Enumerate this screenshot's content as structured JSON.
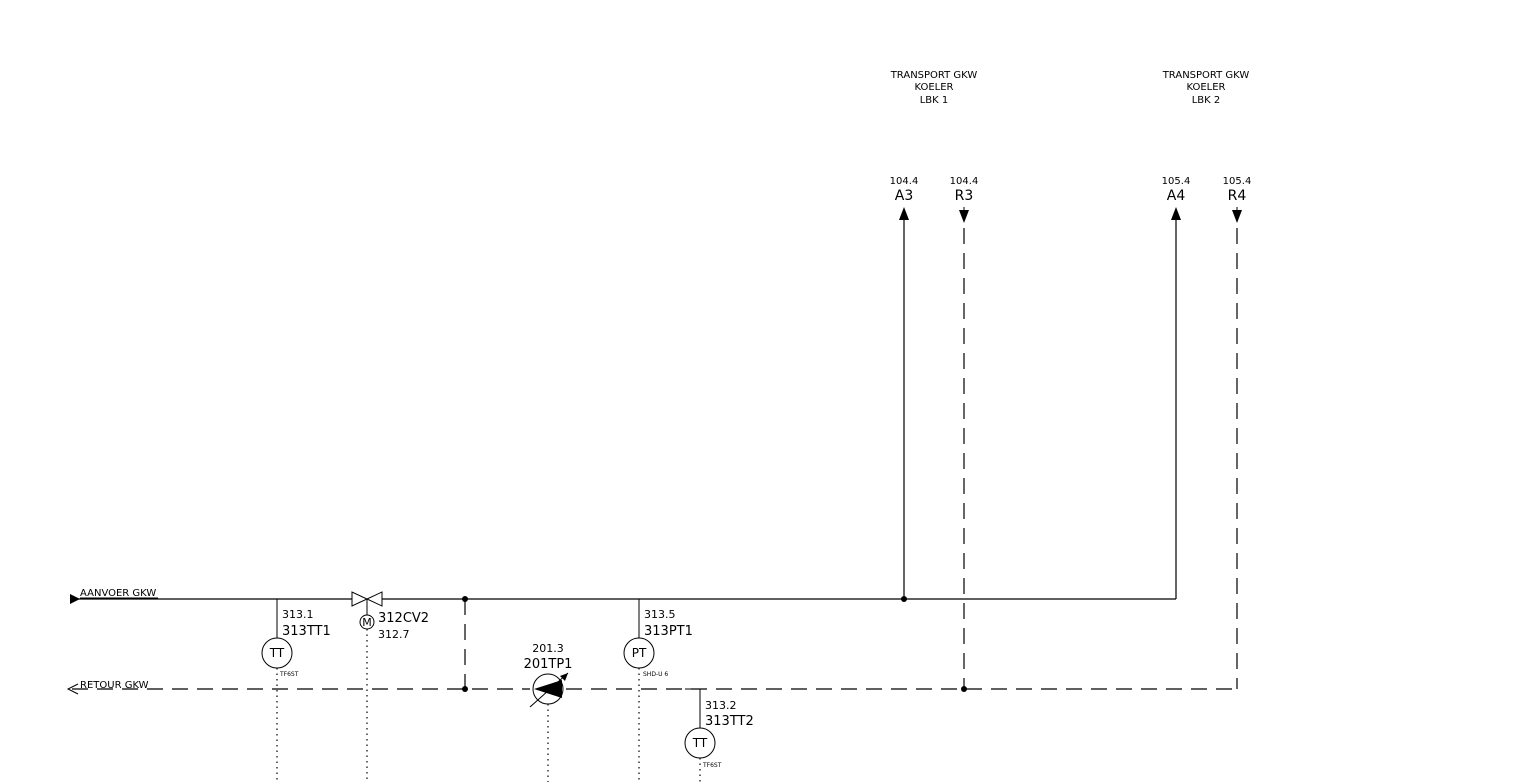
{
  "lines": {
    "supply_label": "AANVOER GKW",
    "return_label": "RETOUR GKW"
  },
  "consumers": [
    {
      "line1": "TRANSPORT GKW",
      "line2": "KOELER",
      "line3": "LBK 1",
      "supply": {
        "ref": "104.4",
        "tag": "A3"
      },
      "return": {
        "ref": "104.4",
        "tag": "R3"
      }
    },
    {
      "line1": "TRANSPORT GKW",
      "line2": "KOELER",
      "line3": "LBK 2",
      "supply": {
        "ref": "105.4",
        "tag": "A4"
      },
      "return": {
        "ref": "105.4",
        "tag": "R4"
      }
    }
  ],
  "instruments": {
    "tt1": {
      "ref": "313.1",
      "tag": "313TT1",
      "symbol": "TT",
      "type": "TF6ST"
    },
    "cv2": {
      "tag": "312CV2",
      "ref": "312.7",
      "actuator": "M"
    },
    "pump": {
      "ref": "201.3",
      "tag": "201TP1"
    },
    "pt1": {
      "ref": "313.5",
      "tag": "313PT1",
      "symbol": "PT",
      "type": "SHD-U 6"
    },
    "tt2": {
      "ref": "313.2",
      "tag": "313TT2",
      "symbol": "TT",
      "type": "TF6ST"
    }
  }
}
